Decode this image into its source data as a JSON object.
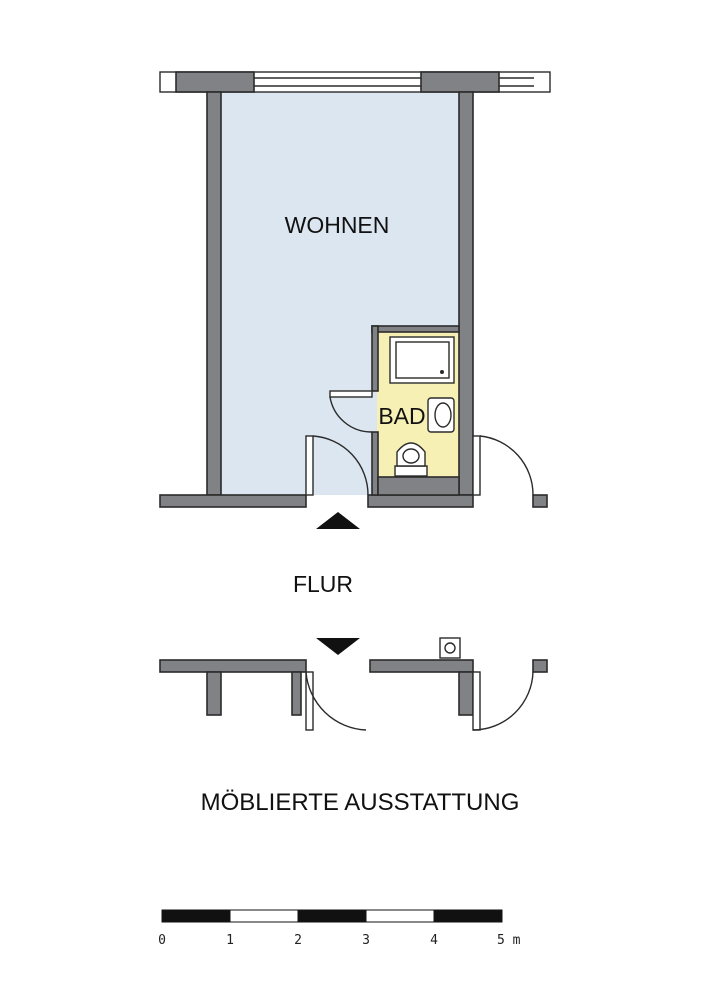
{
  "rooms": {
    "wohnen": {
      "label": "WOHNEN",
      "fill": "#dce6f0"
    },
    "bad": {
      "label": "BAD",
      "fill": "#f7f0b5"
    },
    "flur": {
      "label": "FLUR"
    }
  },
  "title": "MÖBLIERTE AUSSTATTUNG",
  "scale_bar": {
    "ticks": [
      "0",
      "1",
      "2",
      "3",
      "4",
      "5 m"
    ],
    "segment_colors": [
      "#111111",
      "#ffffff",
      "#111111",
      "#ffffff",
      "#111111"
    ]
  },
  "colors": {
    "wall": "#808285",
    "outline": "#2b2b2b",
    "arrow": "#111111"
  }
}
